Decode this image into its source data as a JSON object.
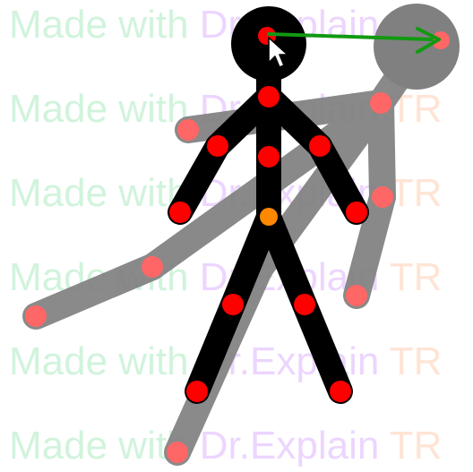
{
  "watermark": {
    "parts": [
      "Made with",
      "Dr.Explain",
      "TR"
    ]
  },
  "colors": {
    "figure_current": "#000000",
    "figure_ghost": "#808080",
    "joint": "#ff0000",
    "joint_ghost": "#ff6666",
    "pivot_joint": "#ff8800",
    "drag_arrow": "#119911"
  },
  "icons": {
    "cursor": "mouse-pointer-icon",
    "drag_arrow": "arrow-right-icon"
  }
}
